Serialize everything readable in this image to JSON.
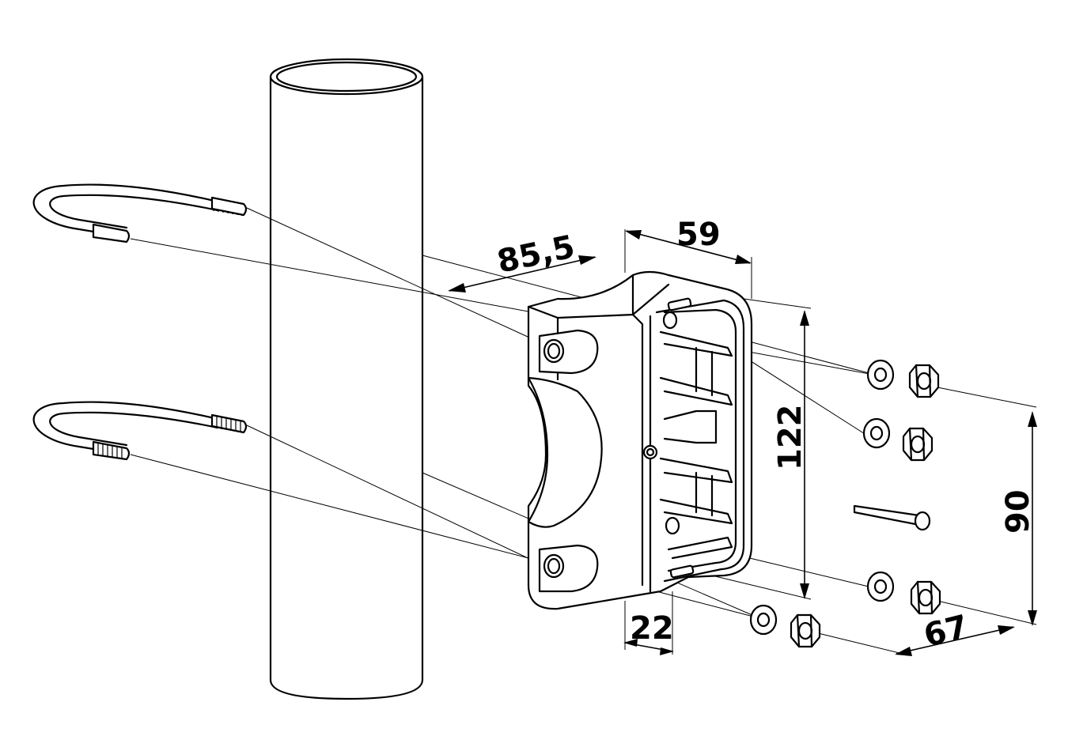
{
  "dimensions": {
    "d85": "85,5",
    "d59": "59",
    "d122": "122",
    "d90": "90",
    "d67": "67",
    "d22": "22"
  }
}
